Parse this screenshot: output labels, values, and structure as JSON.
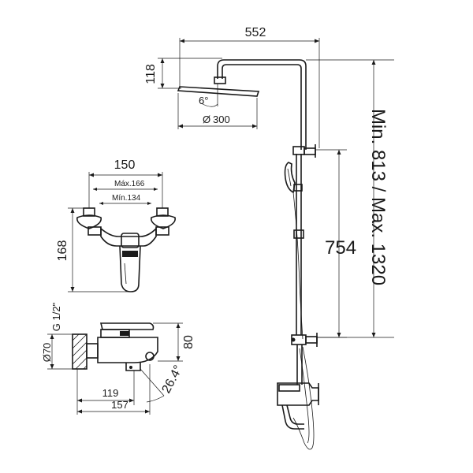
{
  "labels": {
    "width_total": "552",
    "head_height": "118",
    "tilt_angle": "6°",
    "head_diameter": "300",
    "head_diameter_symbol": "Ø",
    "column_height_range": "Min. 813 / Max. 1320",
    "bar_length": "754",
    "mixer_centers": "150",
    "centers_max": "Máx.166",
    "centers_min": "Mín.134",
    "mixer_height": "168",
    "thread": "G 1/2\"",
    "flange_diameter": "Ø70",
    "body_height": "80",
    "spout_angle": "26.4°",
    "projection_short": "119",
    "projection_long": "157"
  }
}
